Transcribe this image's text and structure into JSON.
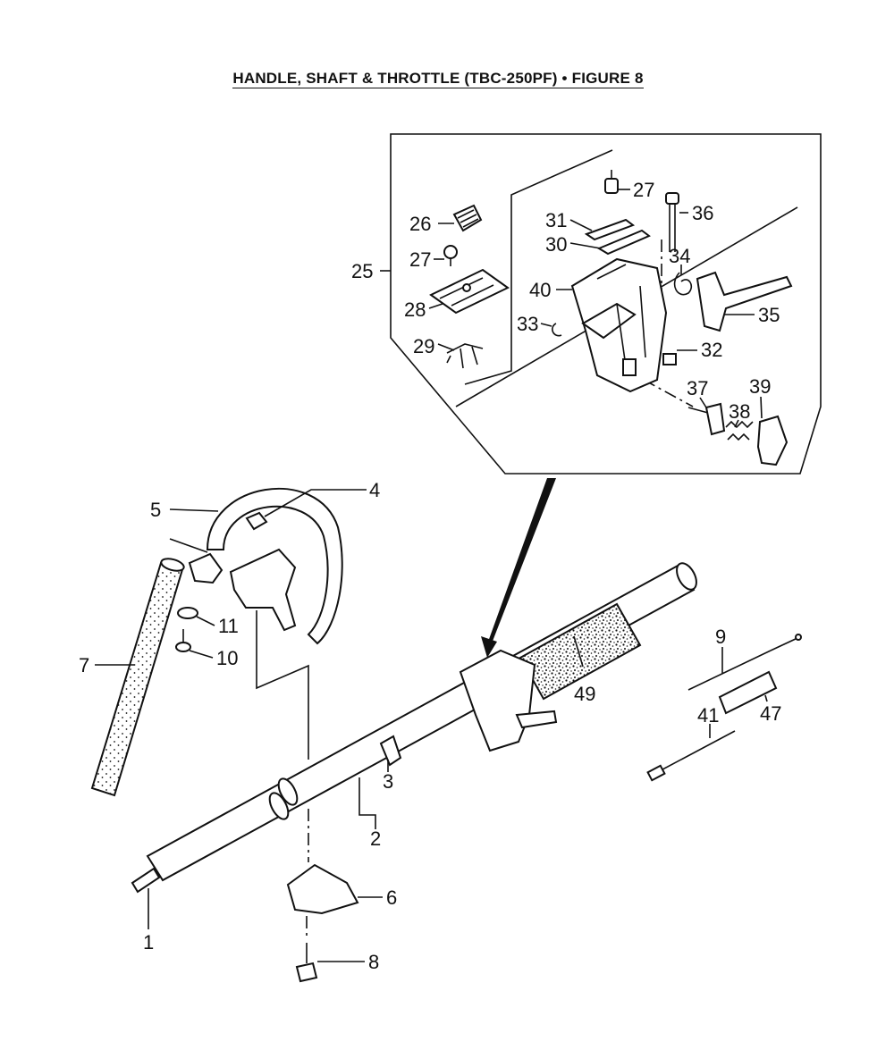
{
  "title": "HANDLE, SHAFT & THROTTLE (TBC-250PF)  •  FIGURE 8",
  "callouts": {
    "c1": "1",
    "c2": "2",
    "c3": "3",
    "c4": "4",
    "c5": "5",
    "c6": "6",
    "c7": "7",
    "c8": "8",
    "c9": "9",
    "c10": "10",
    "c11": "11",
    "c25": "25",
    "c26": "26",
    "c27a": "27",
    "c27b": "27",
    "c28": "28",
    "c29": "29",
    "c30": "30",
    "c31": "31",
    "c32": "32",
    "c33": "33",
    "c34": "34",
    "c35": "35",
    "c36": "36",
    "c37": "37",
    "c38": "38",
    "c39": "39",
    "c40": "40",
    "c41": "41",
    "c47": "47",
    "c49": "49"
  }
}
